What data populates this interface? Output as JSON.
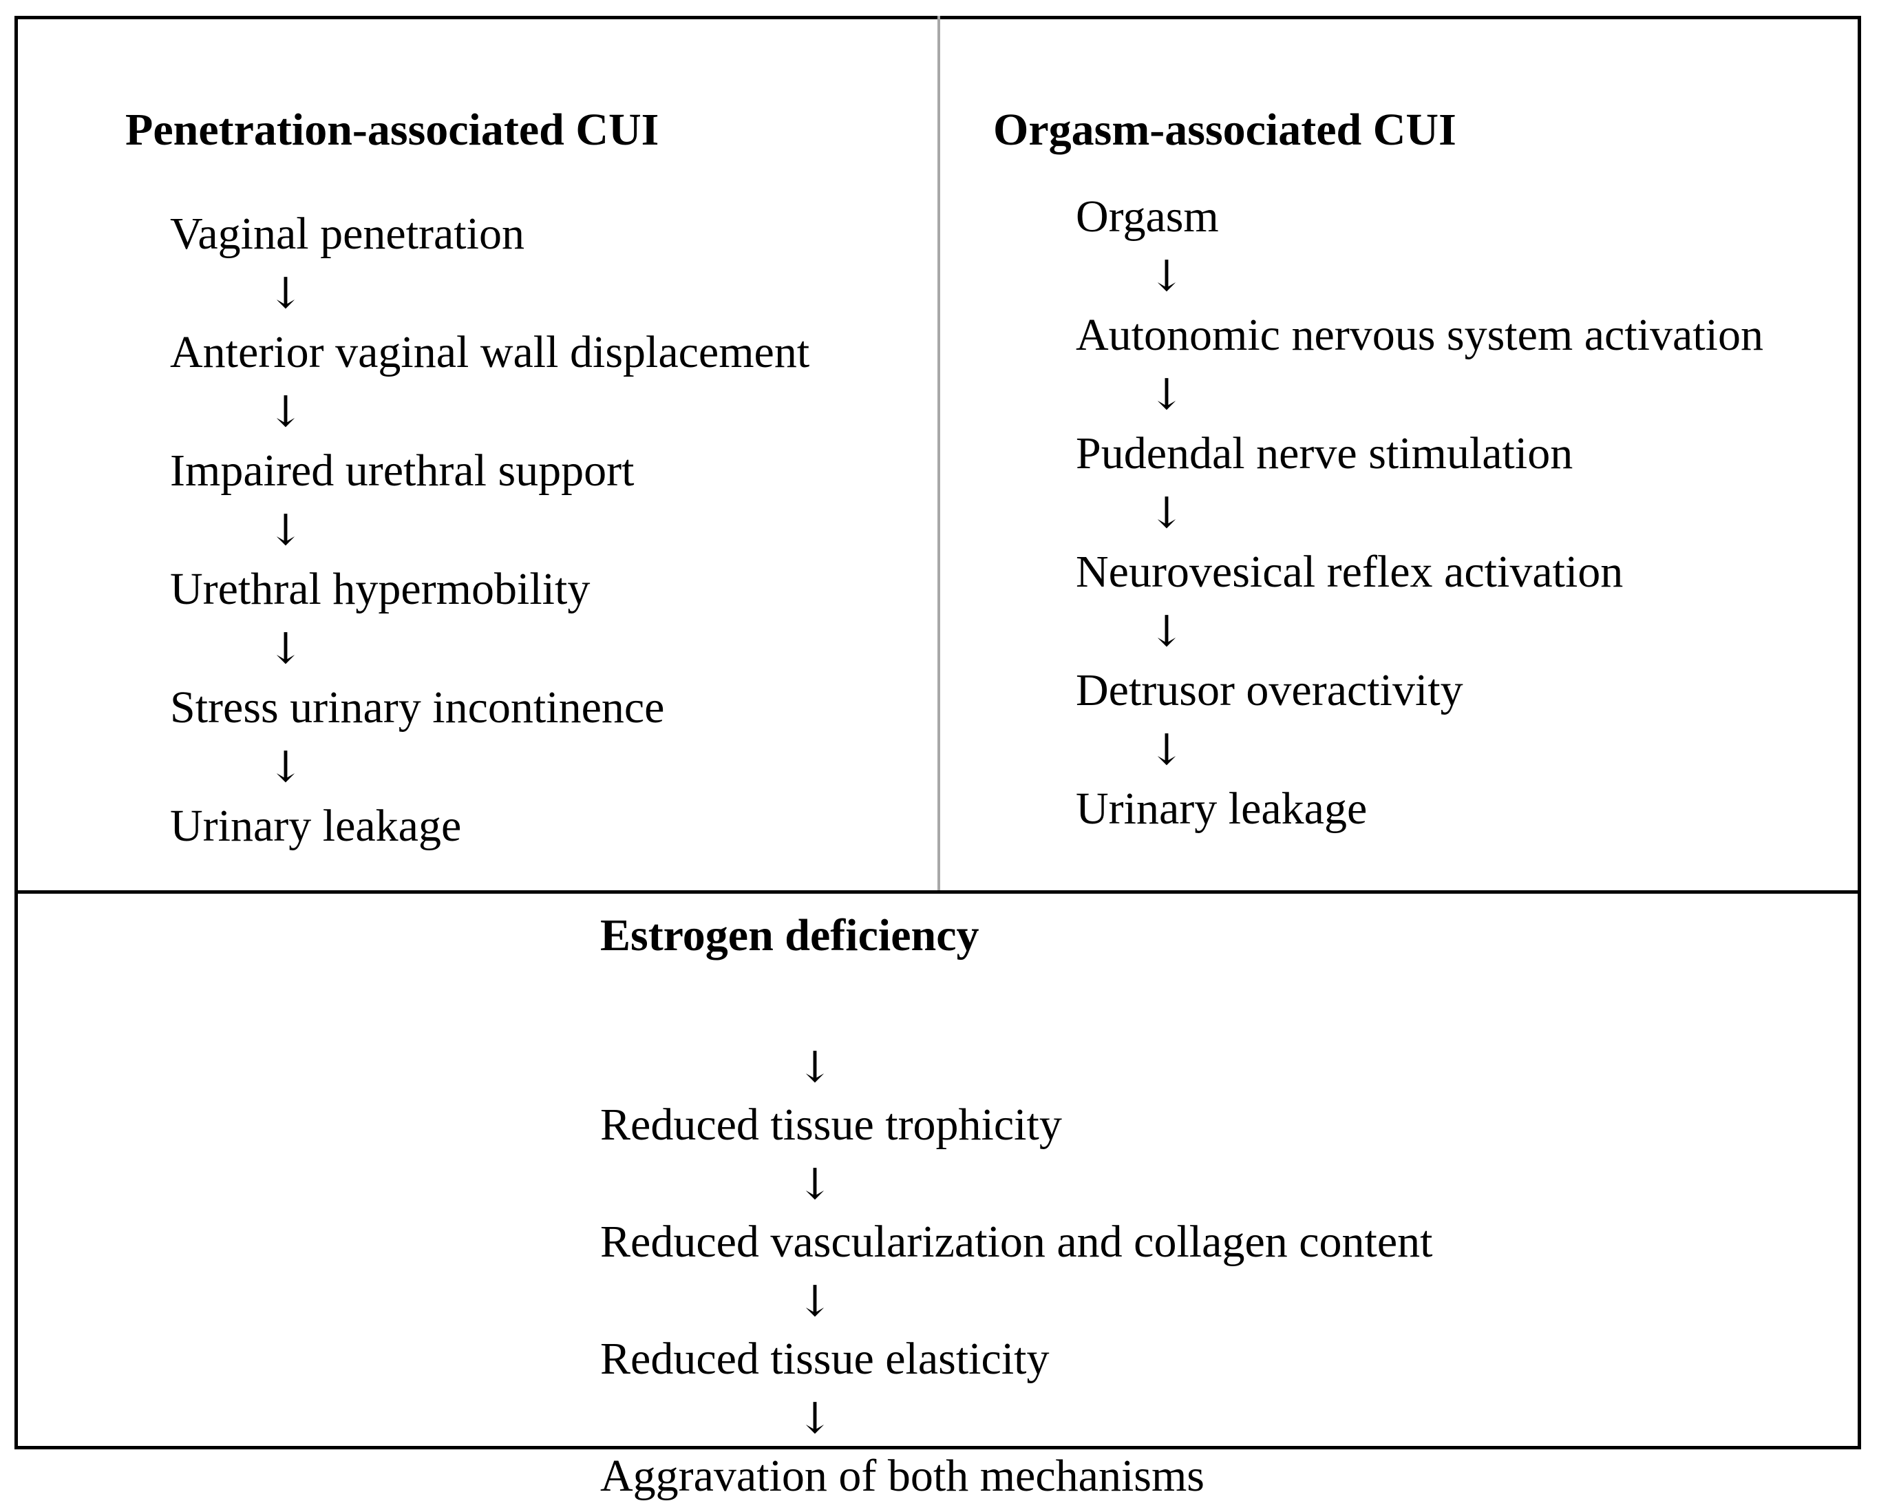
{
  "left_panel": {
    "title": "Penetration-associated CUI",
    "steps": [
      "Vaginal penetration",
      "Anterior vaginal wall displacement",
      "Impaired urethral support",
      "Urethral hypermobility",
      "Stress urinary incontinence",
      "Urinary leakage"
    ]
  },
  "right_panel": {
    "title": "Orgasm-associated CUI",
    "steps": [
      "Orgasm",
      "Autonomic nervous system activation",
      "Pudendal nerve stimulation",
      "Neurovesical reflex activation",
      "Detrusor overactivity",
      "Urinary leakage"
    ]
  },
  "bottom_panel": {
    "title": "Estrogen deficiency",
    "steps": [
      "Reduced tissue trophicity",
      "Reduced vascularization and collagen content",
      "Reduced tissue elasticity",
      "Aggravation of both mechanisms"
    ]
  },
  "arrow_symbol": "↓"
}
